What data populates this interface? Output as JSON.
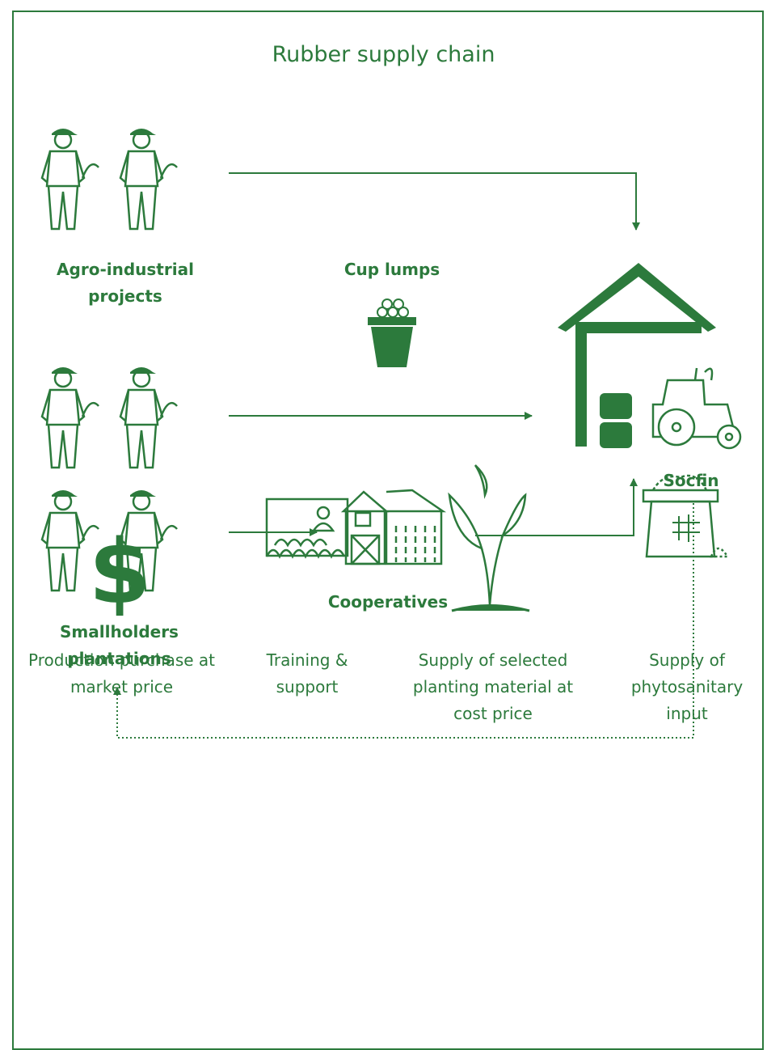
{
  "title": "Rubber supply chain",
  "nodes": {
    "agro": "Agro-industrial projects",
    "cup_lumps": "Cup lumps",
    "smallholders": "Smallholders plantations",
    "cooperatives": "Cooperatives",
    "socfin": "Socfin"
  },
  "benefits": [
    {
      "label": "Production purchase at market price",
      "icon": "dollar-icon"
    },
    {
      "label": "Training & support",
      "icon": "training-icon"
    },
    {
      "label": "Supply of selected planting material at cost price",
      "icon": "seedling-icon"
    },
    {
      "label": "Supply of phytosanitary input",
      "icon": "fertilizer-sack-icon"
    }
  ],
  "colors": {
    "primary": "#2c7a3c"
  }
}
